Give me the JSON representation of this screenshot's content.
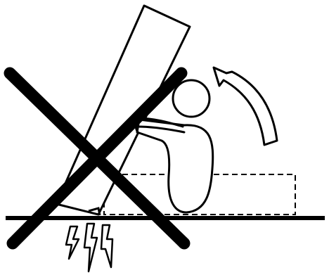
{
  "figure": {
    "kind": "safety-warning-pictogram",
    "meaning": "prohibited",
    "colors": {
      "stroke": "#000000",
      "fill": "#ffffff",
      "background": "#ffffff"
    },
    "elements": [
      "floor-line",
      "panel-board",
      "person",
      "upward-arrow",
      "dashed-outline",
      "impact-bolt-icons",
      "prohibition-cross"
    ]
  }
}
